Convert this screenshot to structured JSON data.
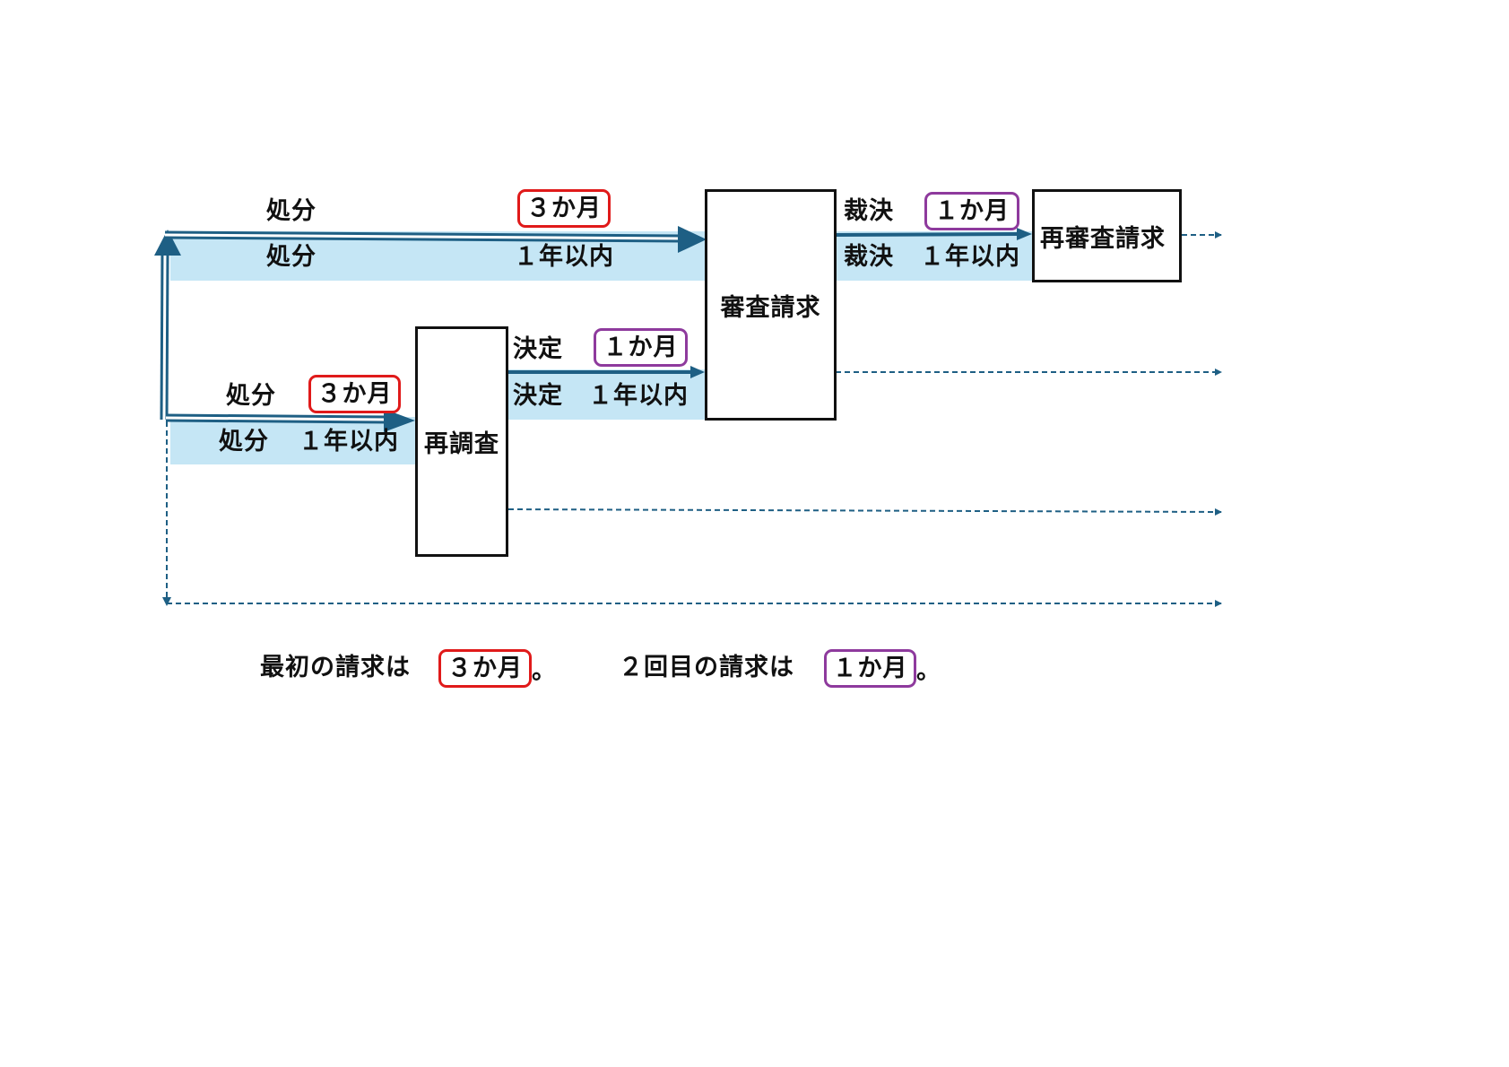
{
  "colors": {
    "band": "#c5e6f5",
    "arrow": "#1e5f84",
    "dashed": "#1e5f84",
    "red_badge": "#e01a1a",
    "purple_badge": "#8e3a9d"
  },
  "boxes": {
    "shinsa": "審査請求",
    "saichousa": "再調査",
    "saishinsa": "再審査請求"
  },
  "top_path": {
    "upper_label": "処分",
    "lower_label": "処分",
    "badge": "３か月",
    "limit": "１年以内"
  },
  "saichousa_path": {
    "upper_label": "処分",
    "badge": "３か月",
    "lower_label": "処分",
    "limit": "１年以内"
  },
  "kettei_path": {
    "upper_label": "決定",
    "badge": "１か月",
    "lower_label": "決定",
    "limit": "１年以内"
  },
  "saiketsu_path": {
    "upper_label": "裁決",
    "badge": "１か月",
    "lower_label": "裁決",
    "limit": "１年以内"
  },
  "legend": {
    "first_text": "最初の請求は",
    "first_badge": "３か月",
    "first_end": "。",
    "second_text": "２回目の請求は",
    "second_badge": "１か月",
    "second_end": "。"
  }
}
